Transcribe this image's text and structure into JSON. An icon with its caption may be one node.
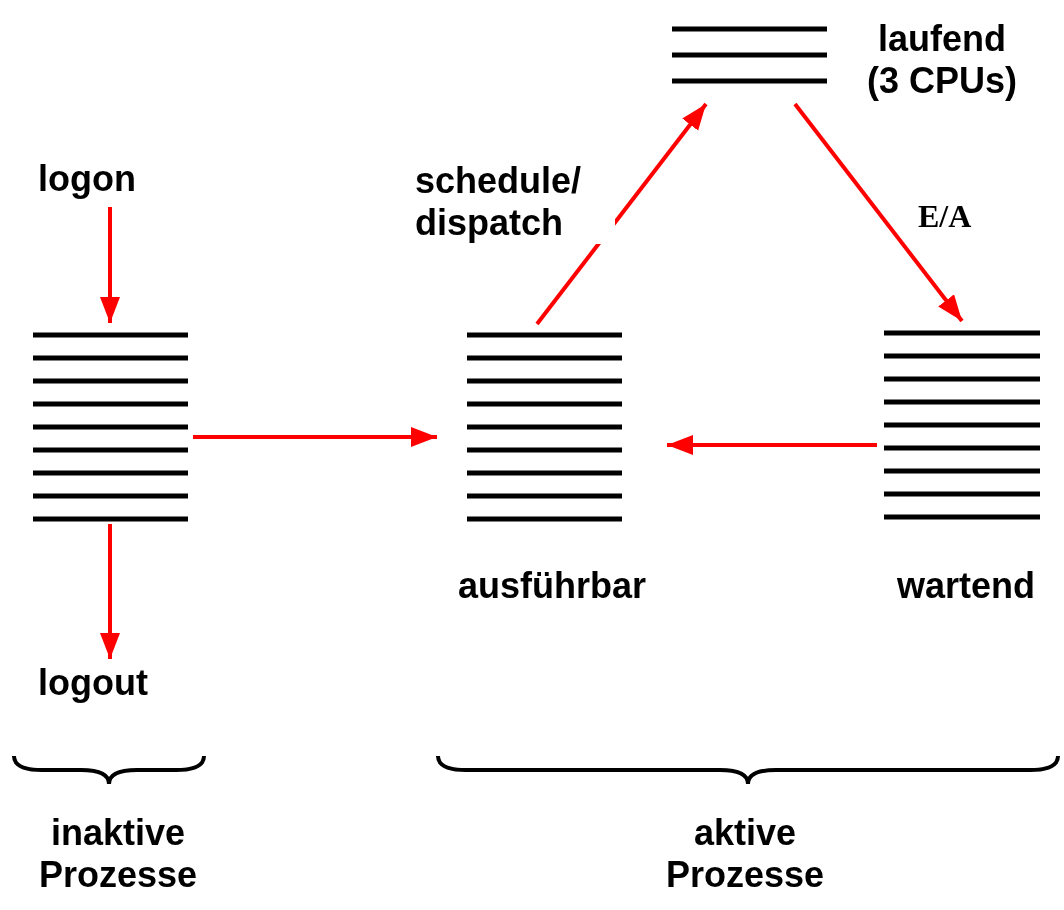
{
  "diagram": {
    "nodes": [
      {
        "text": [
          "laufend (3 CPUs)"
        ]
      },
      {
        "text": [
          "logon"
        ]
      },
      {
        "text": [],
        "shape": "stack"
      },
      {
        "text": [
          "ausführbar"
        ]
      },
      {
        "text": [
          "wartend"
        ]
      },
      {
        "text": [
          "logout"
        ]
      }
    ],
    "edges": [
      {
        "from": 1,
        "to": 2,
        "arrow": "to"
      },
      {
        "from": 2,
        "to": 5,
        "arrow": "to"
      },
      {
        "from": 2,
        "to": 3,
        "arrow": "to"
      },
      {
        "from": 3,
        "to": 0,
        "arrow": "to",
        "label": "schedule/ dispatch"
      },
      {
        "from": 0,
        "to": 4,
        "arrow": "to",
        "label": "E/A"
      },
      {
        "from": 4,
        "to": 3,
        "arrow": "to"
      }
    ],
    "labels": [
      "inaktive Prozesse",
      "aktive Prozesse"
    ]
  }
}
